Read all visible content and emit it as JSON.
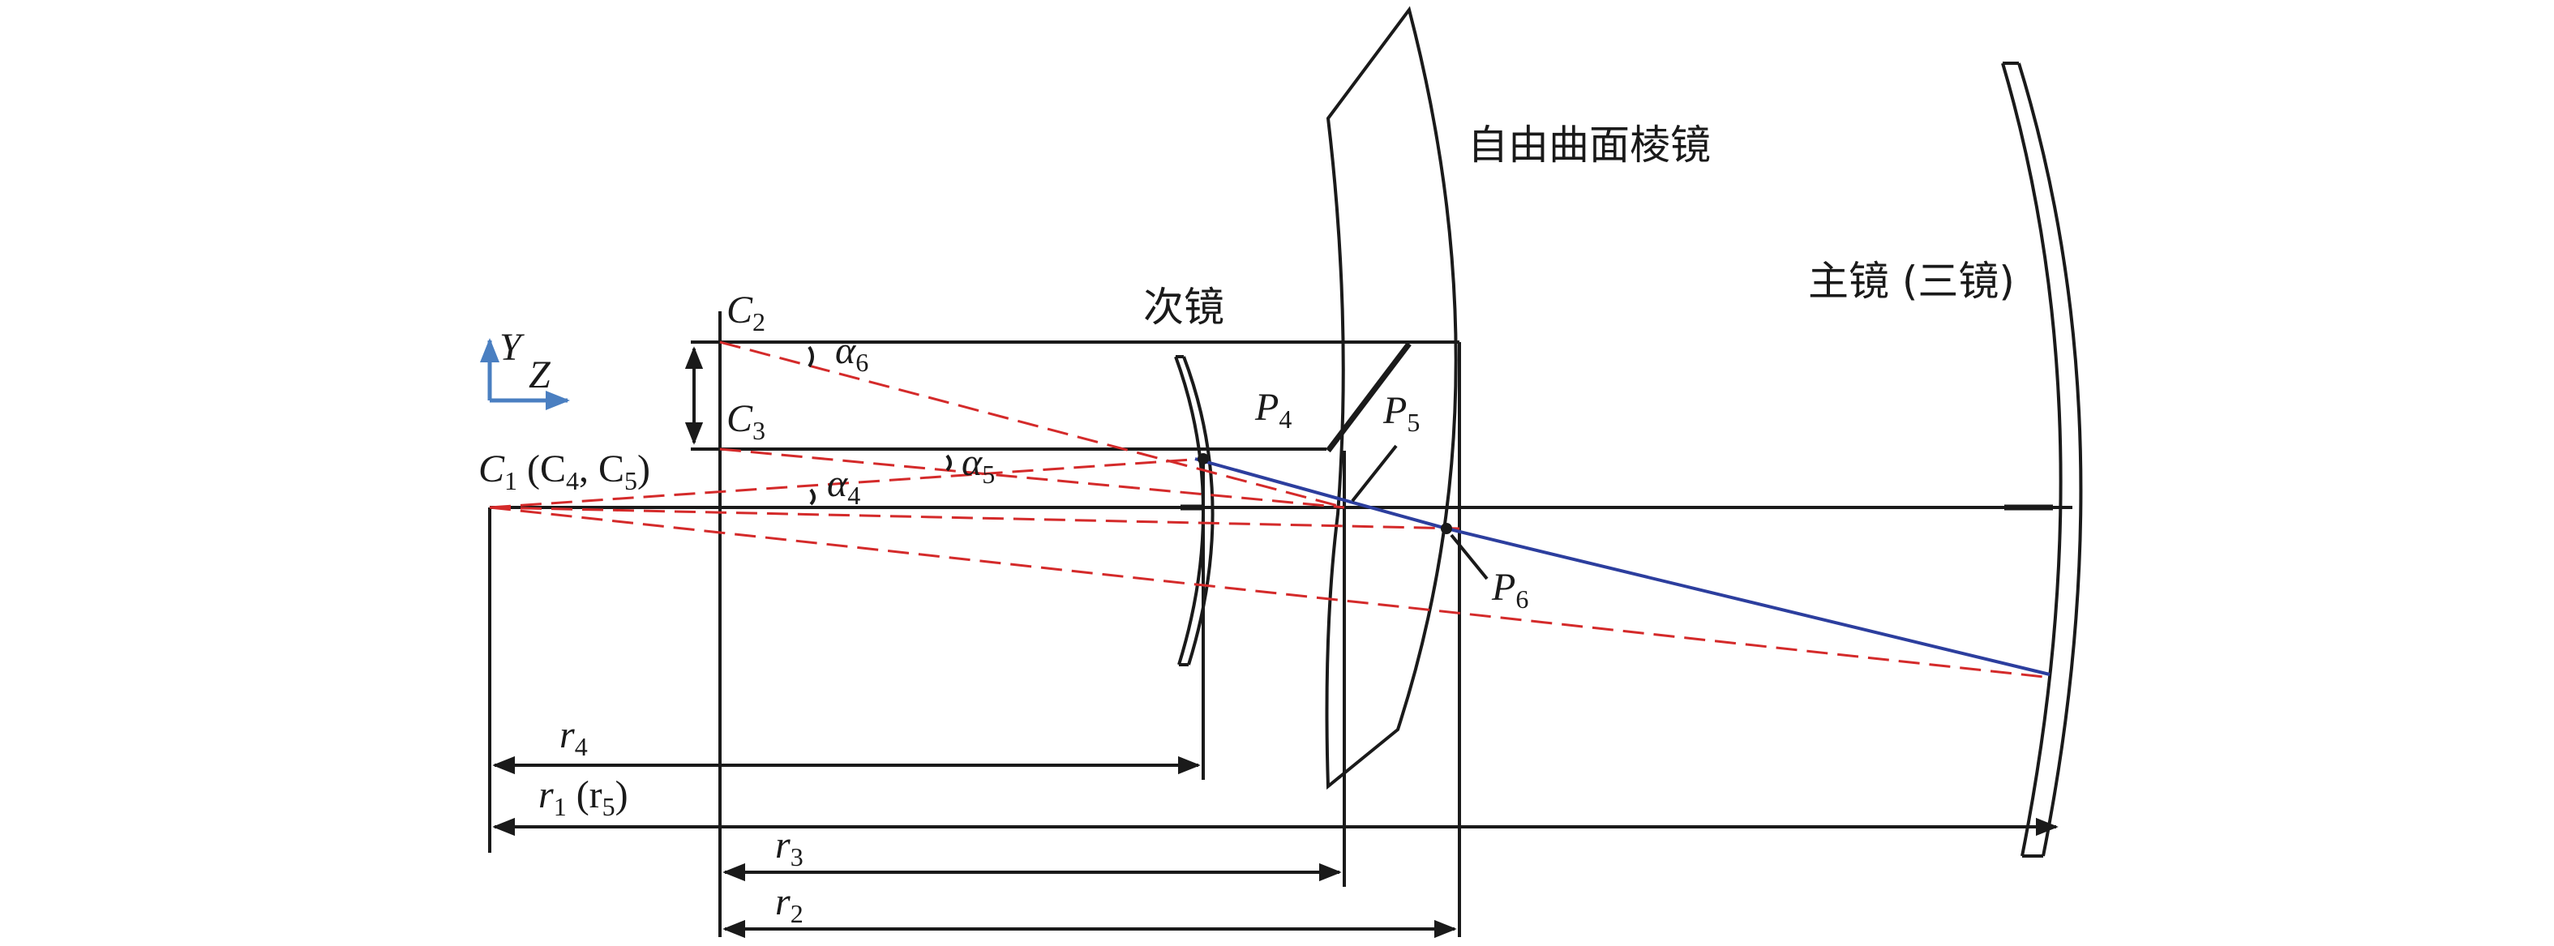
{
  "labels": {
    "prism": "自由曲面棱镜",
    "secondary_mirror": "次镜",
    "primary_mirror": "主镜 (三镜)",
    "axis_y": "Y",
    "axis_z": "Z"
  },
  "points": {
    "c1": {
      "base": "C",
      "sub": "1",
      "rest": " (C",
      "sub2": "4",
      "mid": ", C",
      "sub3": "5",
      "end": ")"
    },
    "c2": {
      "base": "C",
      "sub": "2"
    },
    "c3": {
      "base": "C",
      "sub": "3"
    },
    "p4": {
      "base": "P",
      "sub": "4"
    },
    "p5": {
      "base": "P",
      "sub": "5"
    },
    "p6": {
      "base": "P",
      "sub": "6"
    }
  },
  "angles": {
    "a4": {
      "base": "α",
      "sub": "4"
    },
    "a5": {
      "base": "α",
      "sub": "5"
    },
    "a6": {
      "base": "α",
      "sub": "6"
    }
  },
  "dimensions": {
    "r4": {
      "base": "r",
      "sub": "4"
    },
    "r1": {
      "base": "r",
      "sub": "1",
      "rest": " (r",
      "sub2": "5",
      "end": ")"
    },
    "r3": {
      "base": "r",
      "sub": "3"
    },
    "r2": {
      "base": "r",
      "sub": "2"
    }
  },
  "colors": {
    "structure": "#1a1a1a",
    "dashed_rays": "#d42a2a",
    "solid_ray": "#2c3e9e",
    "axis_indicator": "#4a7fc1"
  }
}
